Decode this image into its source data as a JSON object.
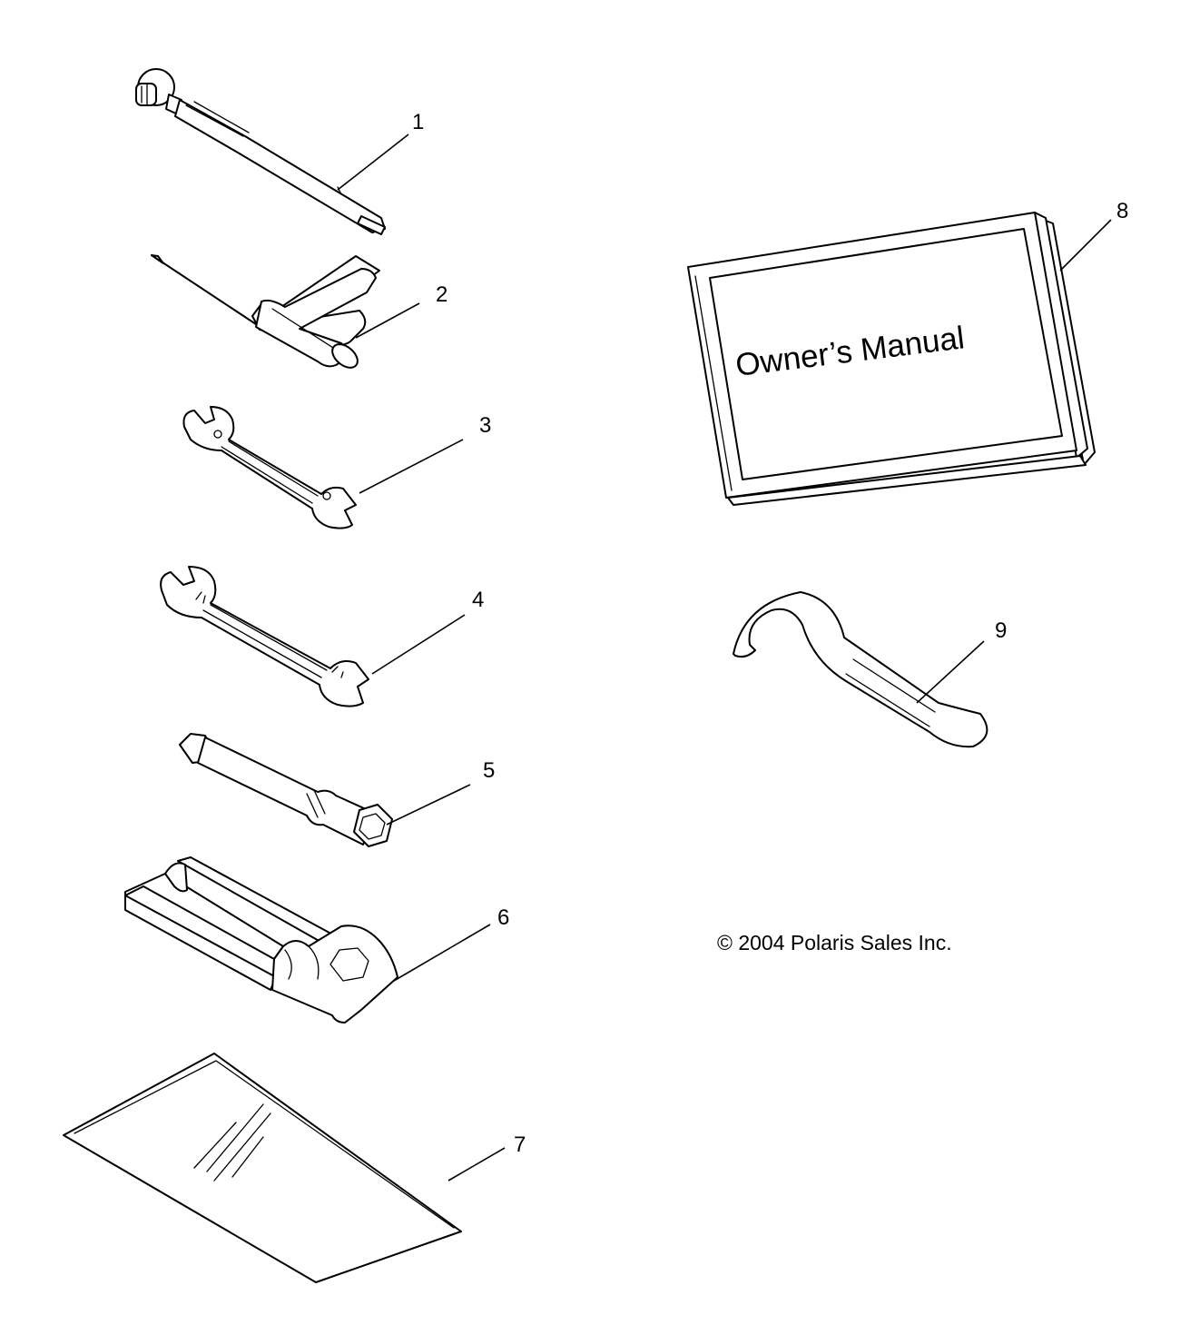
{
  "callouts": [
    "1",
    "2",
    "3",
    "4",
    "5",
    "6",
    "7",
    "8",
    "9"
  ],
  "manual": {
    "cover_title": "Owner’s Manual"
  },
  "copyright": "© 2004 Polaris Sales Inc."
}
